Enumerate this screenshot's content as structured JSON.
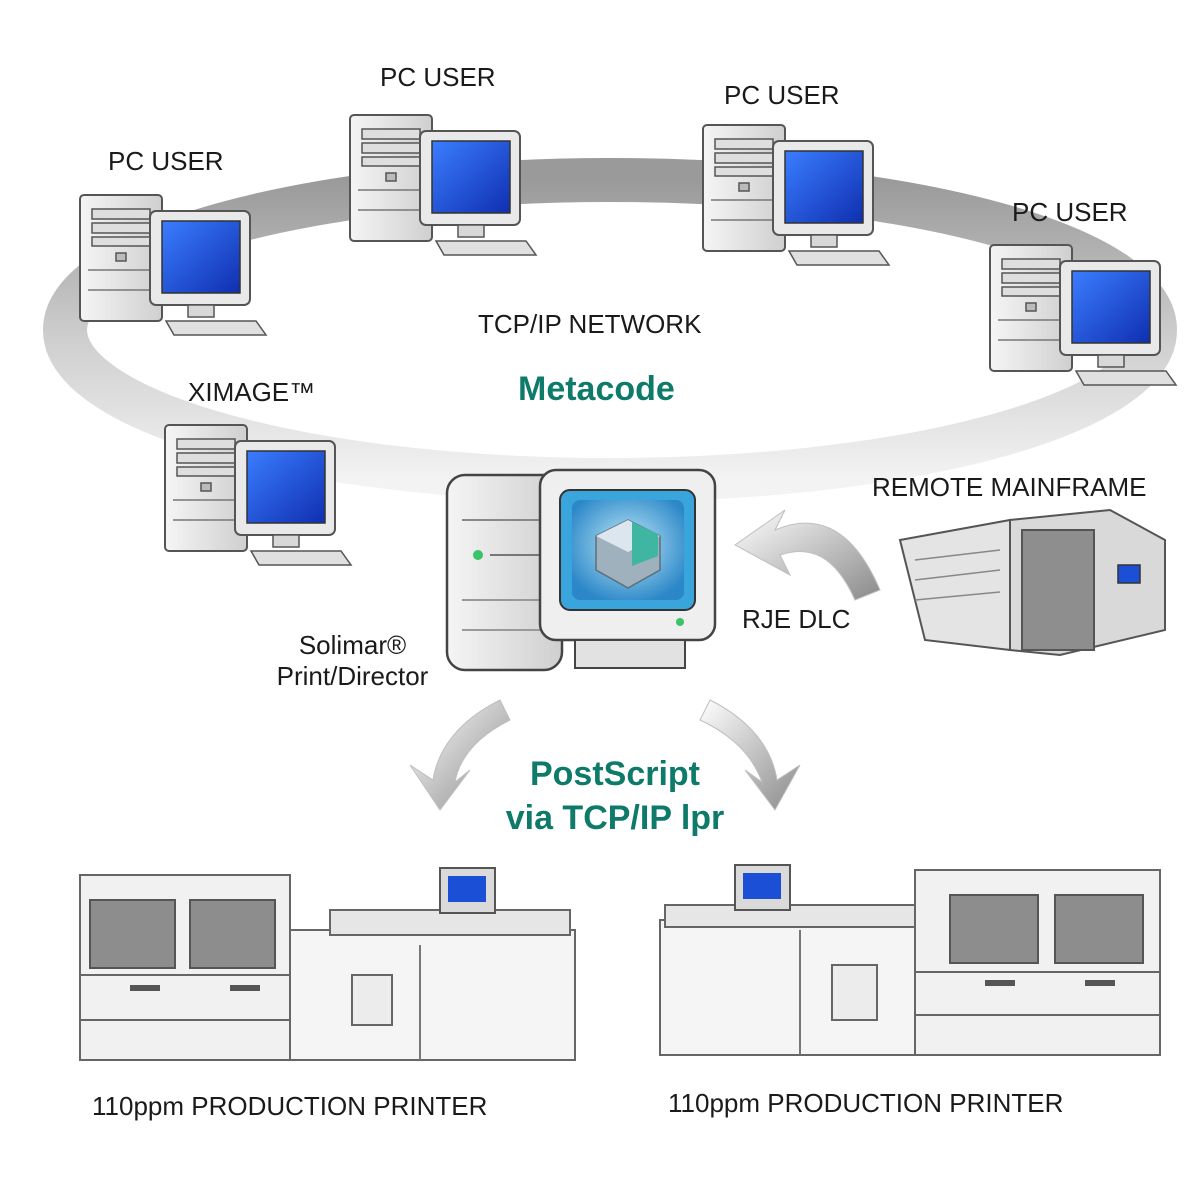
{
  "labels": {
    "pc_user_1": "PC USER",
    "pc_user_2": "PC USER",
    "pc_user_3": "PC USER",
    "pc_user_4": "PC USER",
    "network": "TCP/IP NETWORK",
    "metacode": "Metacode",
    "ximage": "XIMAGE™",
    "remote_mainframe": "REMOTE MAINFRAME",
    "rje_dlc": "RJE DLC",
    "solimar_line1": "Solimar®",
    "solimar_line2": "Print/Director",
    "postscript_line1": "PostScript",
    "postscript_line2": "via TCP/IP lpr",
    "printer_left": "110ppm PRODUCTION PRINTER",
    "printer_right": "110ppm PRODUCTION PRINTER"
  },
  "colors": {
    "accent_teal": "#0e7a6a",
    "screen_blue": "#1a4fd6",
    "ring_gray": "#cfcfcf"
  },
  "icons": {
    "workstation": "desktop-pc-icon",
    "server": "print-server-icon",
    "mainframe": "mainframe-icon",
    "printer": "production-printer-icon",
    "arrow": "curved-arrow-icon"
  }
}
